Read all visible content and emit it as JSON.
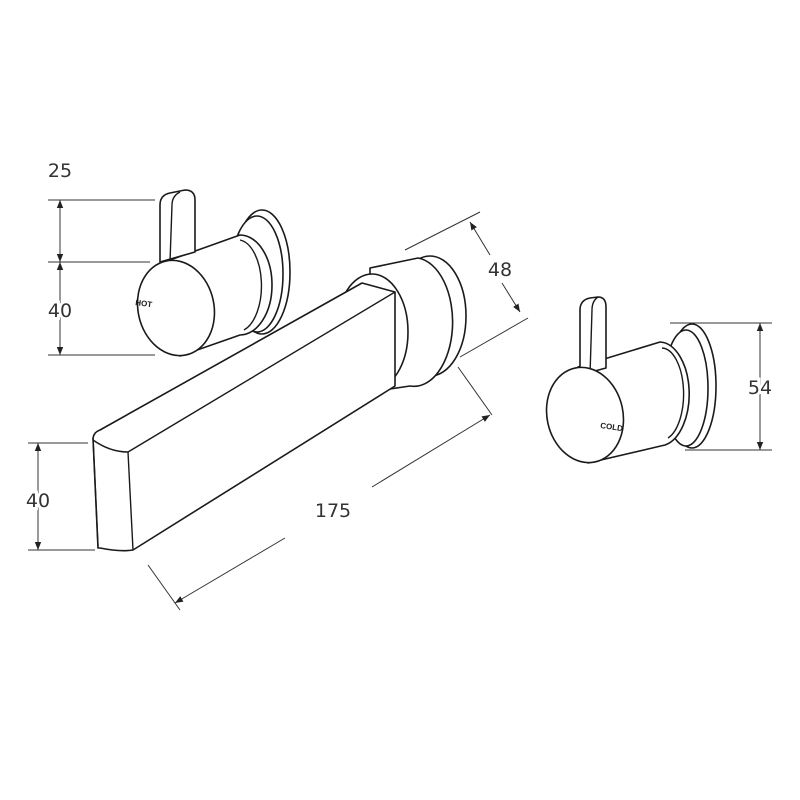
{
  "dimensions": {
    "left_handle_height": "25",
    "left_knob_height": "40",
    "spout_height": "40",
    "spout_length": "175",
    "spout_boss_diameter": "48",
    "right_plate_diameter": "54"
  },
  "labels": {
    "hot": "HOT",
    "cold": "COLD"
  },
  "colors": {
    "line": "#1a1a1a",
    "dimension": "#333333",
    "background": "#ffffff"
  }
}
